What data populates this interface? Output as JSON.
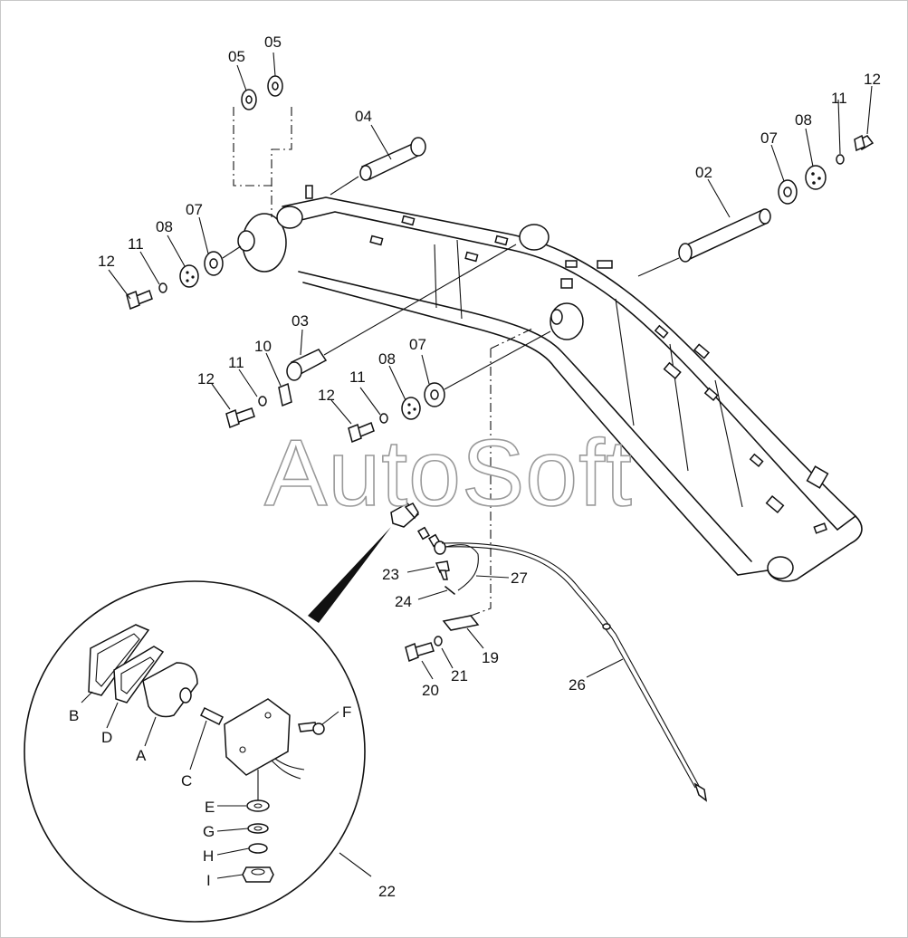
{
  "watermark": "AutoSoft",
  "callouts": {
    "c05a": "05",
    "c05b": "05",
    "c04": "04",
    "c12r": "12",
    "c11r": "11",
    "c08r": "08",
    "c07r": "07",
    "c02": "02",
    "c07l": "07",
    "c08l": "08",
    "c11l": "11",
    "c12l": "12",
    "c03": "03",
    "c10": "10",
    "c11m": "11",
    "c12m": "12",
    "c11n": "11",
    "c08m": "08",
    "c07m": "07",
    "c12n": "12",
    "c23": "23",
    "c27": "27",
    "c24": "24",
    "c19": "19",
    "c21": "21",
    "c20": "20",
    "c26": "26",
    "c22": "22"
  },
  "detail_callouts": {
    "B": "B",
    "D": "D",
    "A": "A",
    "C": "C",
    "F": "F",
    "E": "E",
    "G": "G",
    "H": "H",
    "I": "I"
  }
}
